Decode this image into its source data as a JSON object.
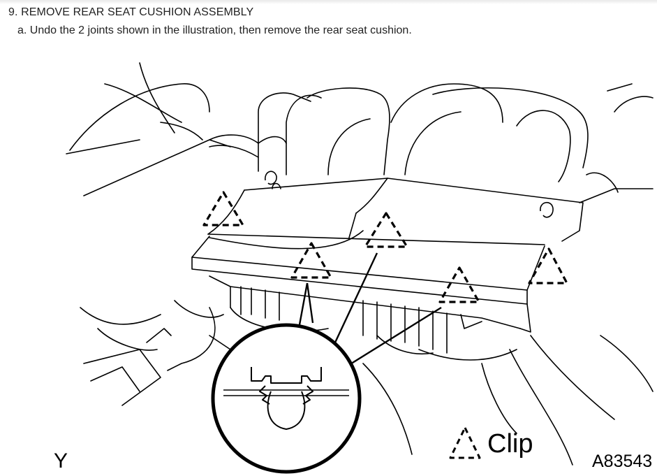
{
  "step": {
    "heading": "9. REMOVE REAR SEAT CUSHION ASSEMBLY",
    "instruction": "a. Undo the 2 joints shown in the illustration, then remove the rear seat cushion."
  },
  "illustration": {
    "corner_label": "Y",
    "legend_label": "Clip",
    "figure_code": "A83543"
  }
}
